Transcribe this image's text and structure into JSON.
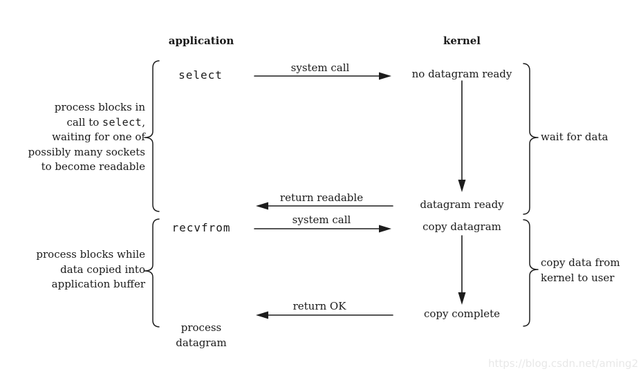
{
  "colors": {
    "ink": "#1a1a1a",
    "watermark": "#e8e8e8",
    "background": "#ffffff"
  },
  "headers": {
    "application": "application",
    "kernel": "kernel"
  },
  "app_column": {
    "select_call": "select",
    "recvfrom_call": "recvfrom",
    "process_datagram_line1": "process",
    "process_datagram_line2": "datagram"
  },
  "kernel_column": {
    "no_datagram_ready": "no datagram ready",
    "datagram_ready": "datagram ready",
    "copy_datagram": "copy datagram",
    "copy_complete": "copy complete"
  },
  "arrows": {
    "system_call_1": "system call",
    "return_readable": "return readable",
    "system_call_2": "system call",
    "return_ok": "return OK"
  },
  "left_notes": {
    "blocking_select": {
      "line1": "process blocks in",
      "line2_pre": "call to ",
      "line2_code": "select",
      "line2_post": ",",
      "line3": "waiting for one of",
      "line4": "possibly many sockets",
      "line5": "to become readable"
    },
    "blocking_copy": {
      "line1": "process blocks while",
      "line2": "data copied into",
      "line3": "application buffer"
    }
  },
  "right_notes": {
    "wait_for_data": "wait for data",
    "copy_data_line1": "copy data from",
    "copy_data_line2": "kernel to user"
  },
  "watermark": "https://blog.csdn.net/aming2"
}
